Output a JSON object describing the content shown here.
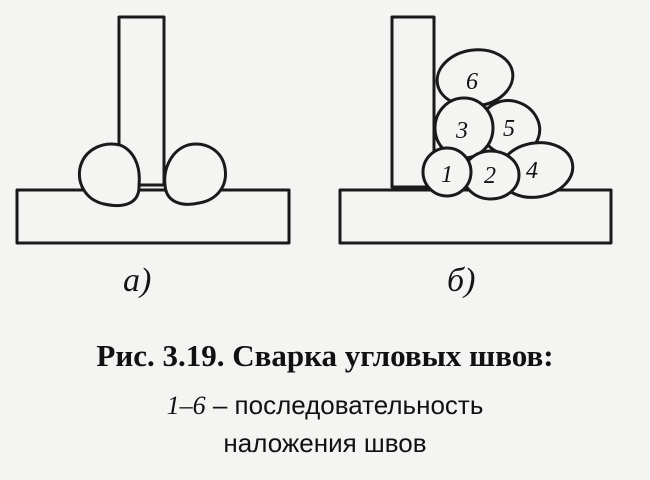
{
  "figure": {
    "label_a": "а)",
    "label_b": "б)",
    "pass_numbers": [
      "1",
      "2",
      "3",
      "4",
      "5",
      "6"
    ]
  },
  "caption": {
    "title": "Рис. 3.19. Сварка угловых швов:",
    "range": "1–6",
    "line2_rest": " – последовательность",
    "line3": "наложения швов"
  },
  "colors": {
    "line": "#1a1a1a",
    "background": "#f4f4f2"
  }
}
